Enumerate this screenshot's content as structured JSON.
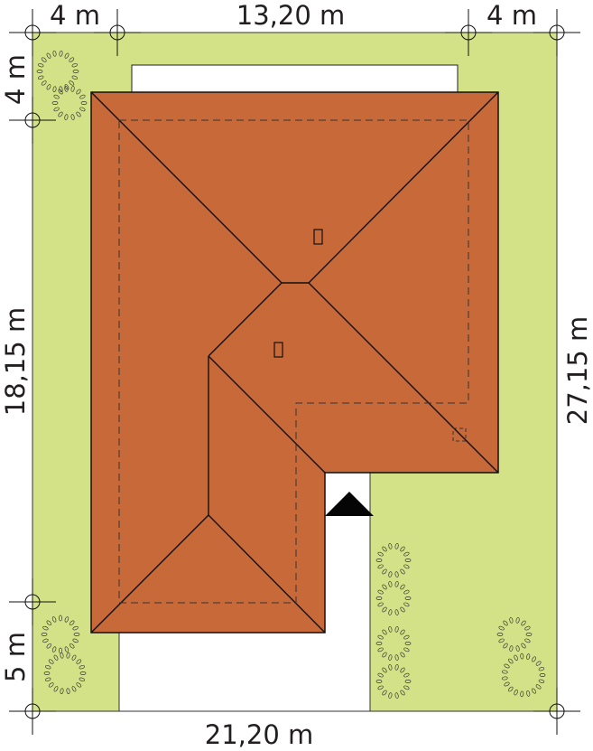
{
  "dimensions": {
    "top_left": "4 m",
    "top_middle": "13,20 m",
    "top_right": "4 m",
    "left_top": "4 m",
    "left_middle": "18,15 m",
    "left_bottom": "5 m",
    "right": "27,15 m",
    "bottom": "21,20 m"
  },
  "colors": {
    "plot": "#d3e287",
    "roof": "#c8693a",
    "line": "#111111"
  }
}
